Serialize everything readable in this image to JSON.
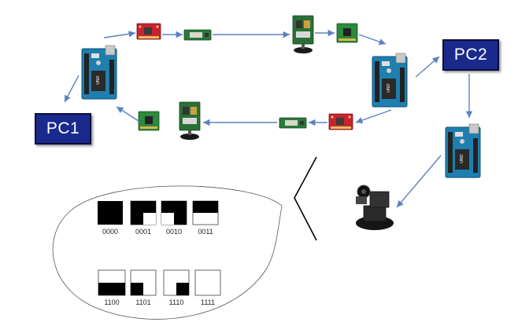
{
  "nodes": {
    "pc1_label": "PC1",
    "pc2_label": "PC2"
  },
  "pattern_codes": [
    "0000",
    "0001",
    "0010",
    "0011",
    "1100",
    "1101",
    "1110",
    "1111"
  ],
  "colors": {
    "pc_box": "#1a2a8c",
    "arrow": "#5b82c0",
    "arduino_board": "#1e7fb0",
    "receiver_module": "#c8242e",
    "transmitter_module": "#2a7a3a",
    "pattern_fill": "#000000"
  },
  "icons": [
    "arduino-board",
    "rf-transmitter",
    "rf-receiver",
    "camera-pan-tilt",
    "speech-bubble"
  ]
}
